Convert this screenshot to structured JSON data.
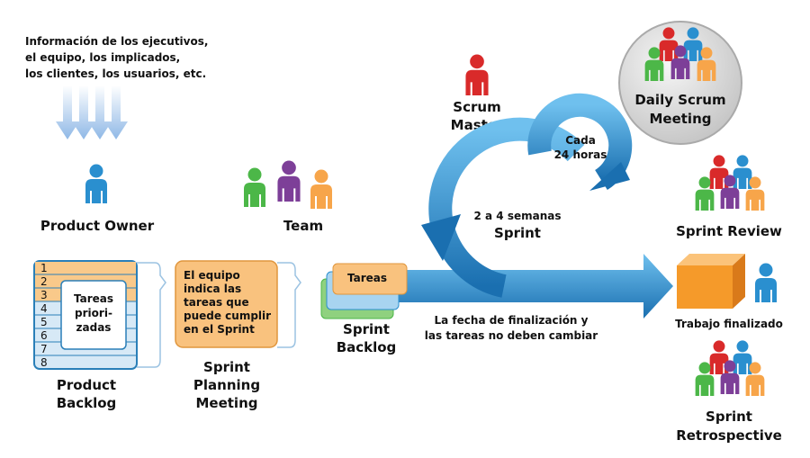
{
  "intro": {
    "lines": [
      "Información de los ejecutivos,",
      "el equipo, los implicados,",
      "los clientes, los usuarios, etc."
    ]
  },
  "roles": {
    "product_owner": "Product Owner",
    "team": "Team",
    "scrum_master": [
      "Scrum",
      "Master"
    ]
  },
  "daily_scrum": {
    "lines": [
      "Daily Scrum",
      "Meeting"
    ]
  },
  "cycle": {
    "daily": [
      "Cada",
      "24 horas"
    ],
    "sprint": [
      "2 a 4 semanas",
      "Sprint"
    ]
  },
  "product_backlog": {
    "rows": [
      "1",
      "2",
      "3",
      "4",
      "5",
      "6",
      "7",
      "8"
    ],
    "inner": [
      "Tareas",
      "priori-",
      "zadas"
    ],
    "label": [
      "Product",
      "Backlog"
    ]
  },
  "sprint_planning": {
    "box": [
      "El equipo",
      "indica las",
      "tareas que",
      "puede cumplir",
      "en el Sprint"
    ],
    "label": [
      "Sprint",
      "Planning",
      "Meeting"
    ]
  },
  "sprint_backlog": {
    "card": "Tareas",
    "label": [
      "Sprint",
      "Backlog"
    ]
  },
  "arrow_note": [
    "La fecha de finalización y",
    "las tareas no deben cambiar"
  ],
  "sprint_review": "Sprint Review",
  "finished_work": "Trabajo finalizado",
  "sprint_retrospective": [
    "Sprint",
    "Retrospective"
  ],
  "colors": {
    "blue": "#2a8fcf",
    "orange": "#f7a54a",
    "green": "#4cb748",
    "purple": "#7d3f98",
    "red": "#d92a2a",
    "gray": "#d8d8d8"
  }
}
